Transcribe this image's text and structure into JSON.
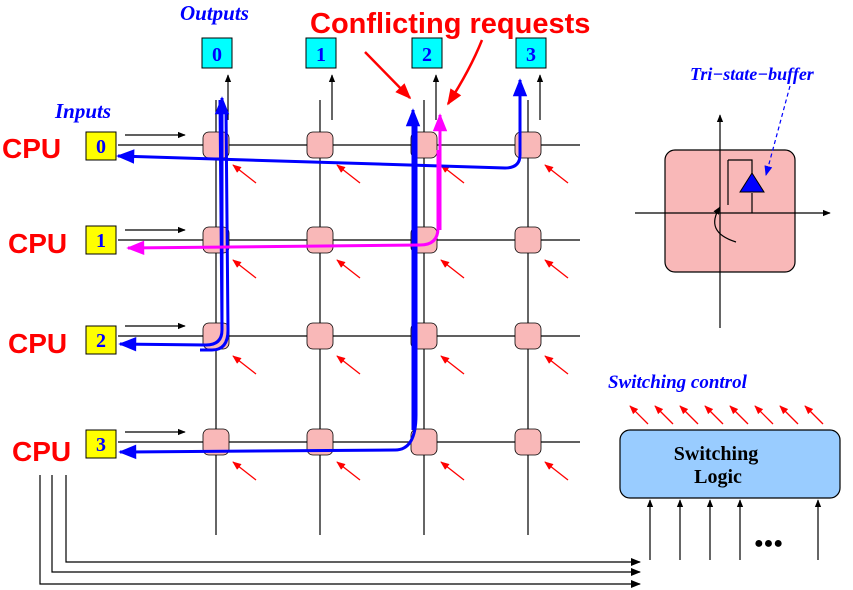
{
  "labels": {
    "outputs": "Outputs",
    "inputs": "Inputs",
    "conflicting": "Conflicting requests",
    "tristate": "Tri−state−buffer",
    "switching_control": "Switching control",
    "logic_line1": "Switching",
    "logic_line2": "Logic",
    "dots": "●●●"
  },
  "cpu_rows": [
    {
      "cpu": "CPU",
      "port": "0"
    },
    {
      "cpu": "CPU",
      "port": "1"
    },
    {
      "cpu": "CPU",
      "port": "2"
    },
    {
      "cpu": "CPU",
      "port": "3"
    }
  ],
  "outputs": [
    "0",
    "1",
    "2",
    "3"
  ],
  "colors": {
    "cpu_text": "#ff0000",
    "label_blue": "#0000ff",
    "input_box": "#ffff00",
    "output_box": "#00ffff",
    "crosspoint": "#f9b8b8",
    "control_arrow": "#ff0000",
    "path_blue": "#0000ff",
    "path_magenta": "#ff00ff",
    "logic_box": "#99ccff"
  }
}
